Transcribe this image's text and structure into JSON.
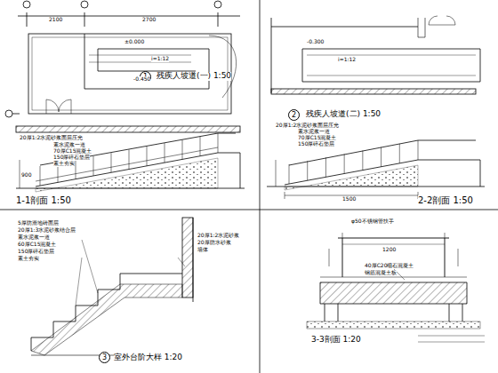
{
  "diagram": {
    "nodes": [
      {
        "text": [
          "1"
        ]
      },
      {
        "text": [
          "2"
        ]
      },
      {
        "text": [
          "3"
        ]
      }
    ],
    "labels": [
      "2100",
      "2700",
      "±0.000",
      "-0.450",
      "i=1:12",
      "1-1剖面 1:50",
      "残疾人坡道(一) 1:50",
      "20厚1:2水泥砂浆面层压光",
      "素水泥浆一道",
      "70厚C15混凝土",
      "150厚碎石垫层",
      "素土夯实",
      "900",
      "-0.300",
      "i=1:12",
      "残疾人坡道(二) 1:50",
      "20厚1:2水泥砂浆面层压光",
      "素水泥浆一道",
      "70厚C15混凝土",
      "150厚碎石垫层",
      "1500",
      "2-2剖面 1:50",
      "5厚防滑地砖面层",
      "20厚1:3水泥砂浆结合层",
      "素水泥浆一道",
      "60厚C15混凝土",
      "150厚碎石垫层",
      "素土夯实",
      "20厚1:2水泥砂浆",
      "20厚防水砂浆",
      "墙体",
      "室外台阶大样 1:20",
      "φ50不锈钢管扶手",
      "1200",
      "40厚C20细石混凝土",
      "钢筋混凝土板",
      "3-3剖面 1:20"
    ]
  }
}
